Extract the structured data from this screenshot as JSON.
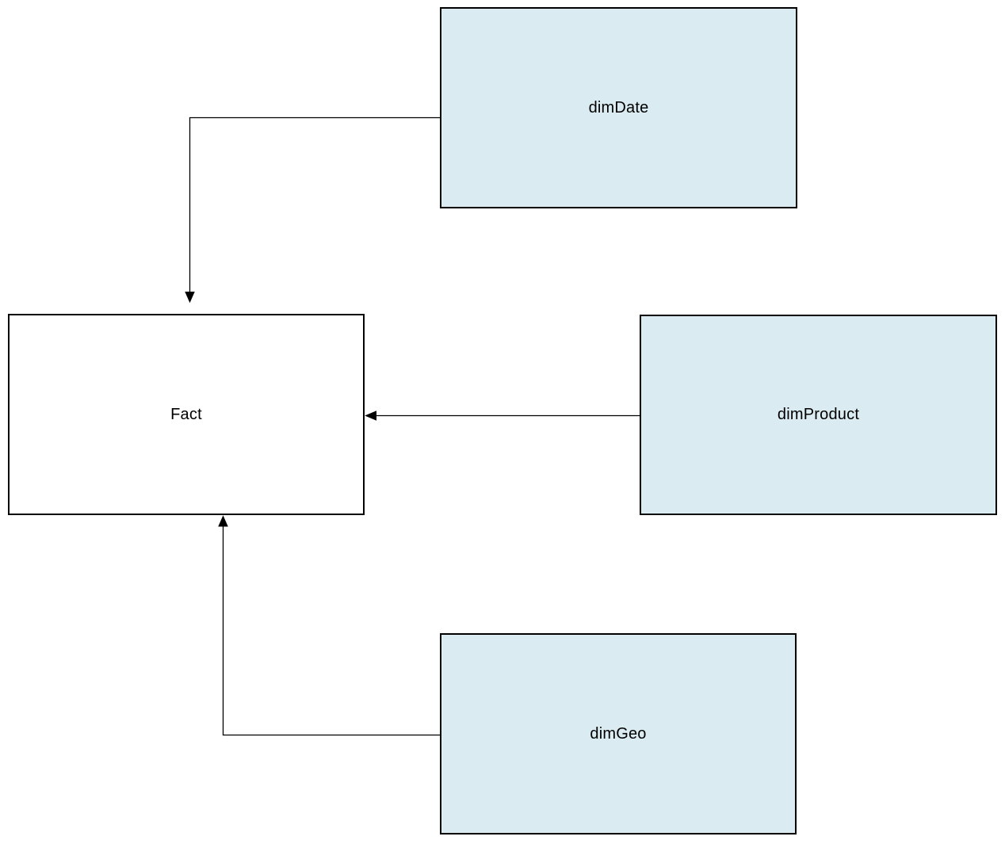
{
  "diagram": {
    "nodes": [
      {
        "id": "dimDate",
        "label": "dimDate",
        "type": "dimension",
        "fill": "#daecf2",
        "border": "#000000"
      },
      {
        "id": "Fact",
        "label": "Fact",
        "type": "fact",
        "fill": "#ffffff",
        "border": "#000000"
      },
      {
        "id": "dimProduct",
        "label": "dimProduct",
        "type": "dimension",
        "fill": "#daecf2",
        "border": "#000000"
      },
      {
        "id": "dimGeo",
        "label": "dimGeo",
        "type": "dimension",
        "fill": "#daecf2",
        "border": "#000000"
      }
    ],
    "connectors": [
      {
        "from": "dimDate",
        "to": "Fact",
        "arrow_at": "Fact",
        "style": "orthogonal"
      },
      {
        "from": "dimProduct",
        "to": "Fact",
        "arrow_at": "Fact",
        "style": "straight"
      },
      {
        "from": "dimGeo",
        "to": "Fact",
        "arrow_at": "Fact",
        "style": "orthogonal"
      }
    ],
    "colors": {
      "dimension_fill": "#daecf2",
      "fact_fill": "#ffffff",
      "stroke": "#000000",
      "canvas_background": "#ffffff"
    }
  }
}
